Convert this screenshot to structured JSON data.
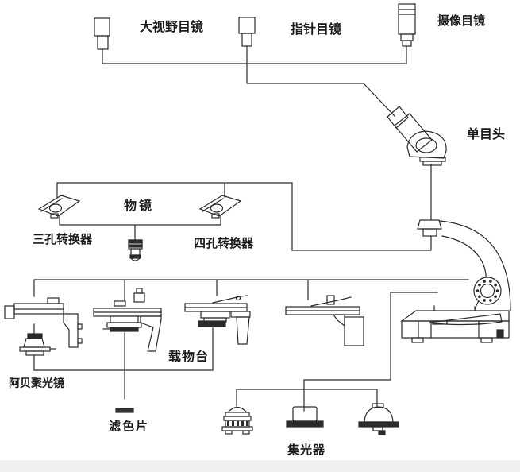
{
  "diagram": {
    "labels": {
      "wide_field_eyepiece": "大视野目镜",
      "pointer_eyepiece": "指针目镜",
      "camera_eyepiece": "摄像目镜",
      "monocular_head": "单目头",
      "objective": "物镜",
      "three_hole_nosepiece": "三孔转换器",
      "four_hole_nosepiece": "四孔转换器",
      "stage": "载物台",
      "abbe_condenser": "阿贝聚光镜",
      "filter": "滤色片",
      "light_collector": "集光器"
    },
    "colors": {
      "line": "#2b2b2b",
      "label_text": "#1a1a1a",
      "background": "#ffffff",
      "footer_band": "#f0eeee"
    }
  }
}
